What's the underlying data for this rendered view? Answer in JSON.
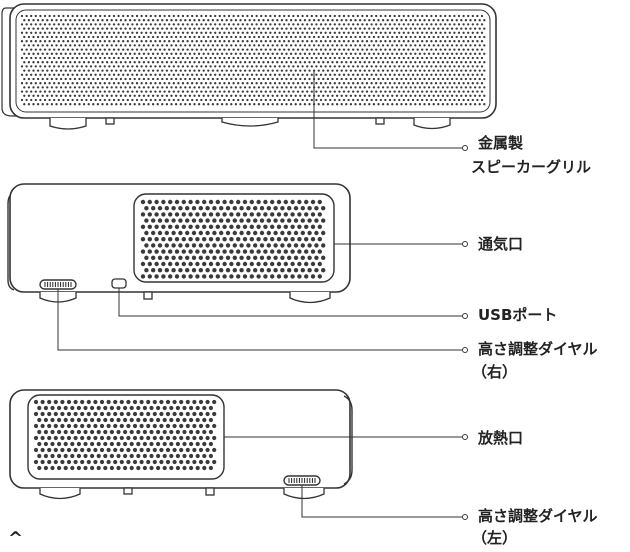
{
  "labels": {
    "speaker_grille": [
      "金属製",
      "スピーカーグリル"
    ],
    "vent": "通気口",
    "usb_port": "USBポート",
    "dial_1": [
      "高さ調整ダイヤル",
      "（右）"
    ],
    "exhaust": "放熱口",
    "dial_2": [
      "高さ調整ダイヤル",
      "（左）"
    ]
  },
  "footer_icon": "chevron-up-icon",
  "colors": {
    "stroke": "#333333",
    "fill": "#ffffff",
    "dot": "#3a3a3a"
  }
}
